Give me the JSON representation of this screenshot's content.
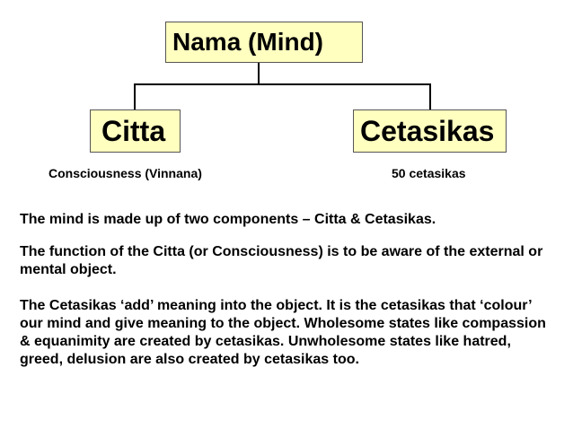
{
  "colors": {
    "box_fill": "#ffffc0",
    "box_border": "#555555",
    "connector": "#000000",
    "text": "#000000"
  },
  "diagram": {
    "root": {
      "label": "Nama (Mind)"
    },
    "children": [
      {
        "label": "Citta",
        "caption": "Consciousness  (Vinnana)"
      },
      {
        "label": "Cetasikas",
        "caption": "50 cetasikas"
      }
    ]
  },
  "body": {
    "paragraphs": [
      "The mind is made up of two components – Citta & Cetasikas.",
      "The function of the Citta (or Consciousness) is to be aware of the external or mental object.",
      "The Cetasikas ‘add’ meaning into the object.  It is the cetasikas that ‘colour’ our mind and give meaning to the object.  Wholesome states like compassion & equanimity are created by cetasikas. Unwholesome states like hatred, greed, delusion are also created by cetasikas too."
    ]
  }
}
